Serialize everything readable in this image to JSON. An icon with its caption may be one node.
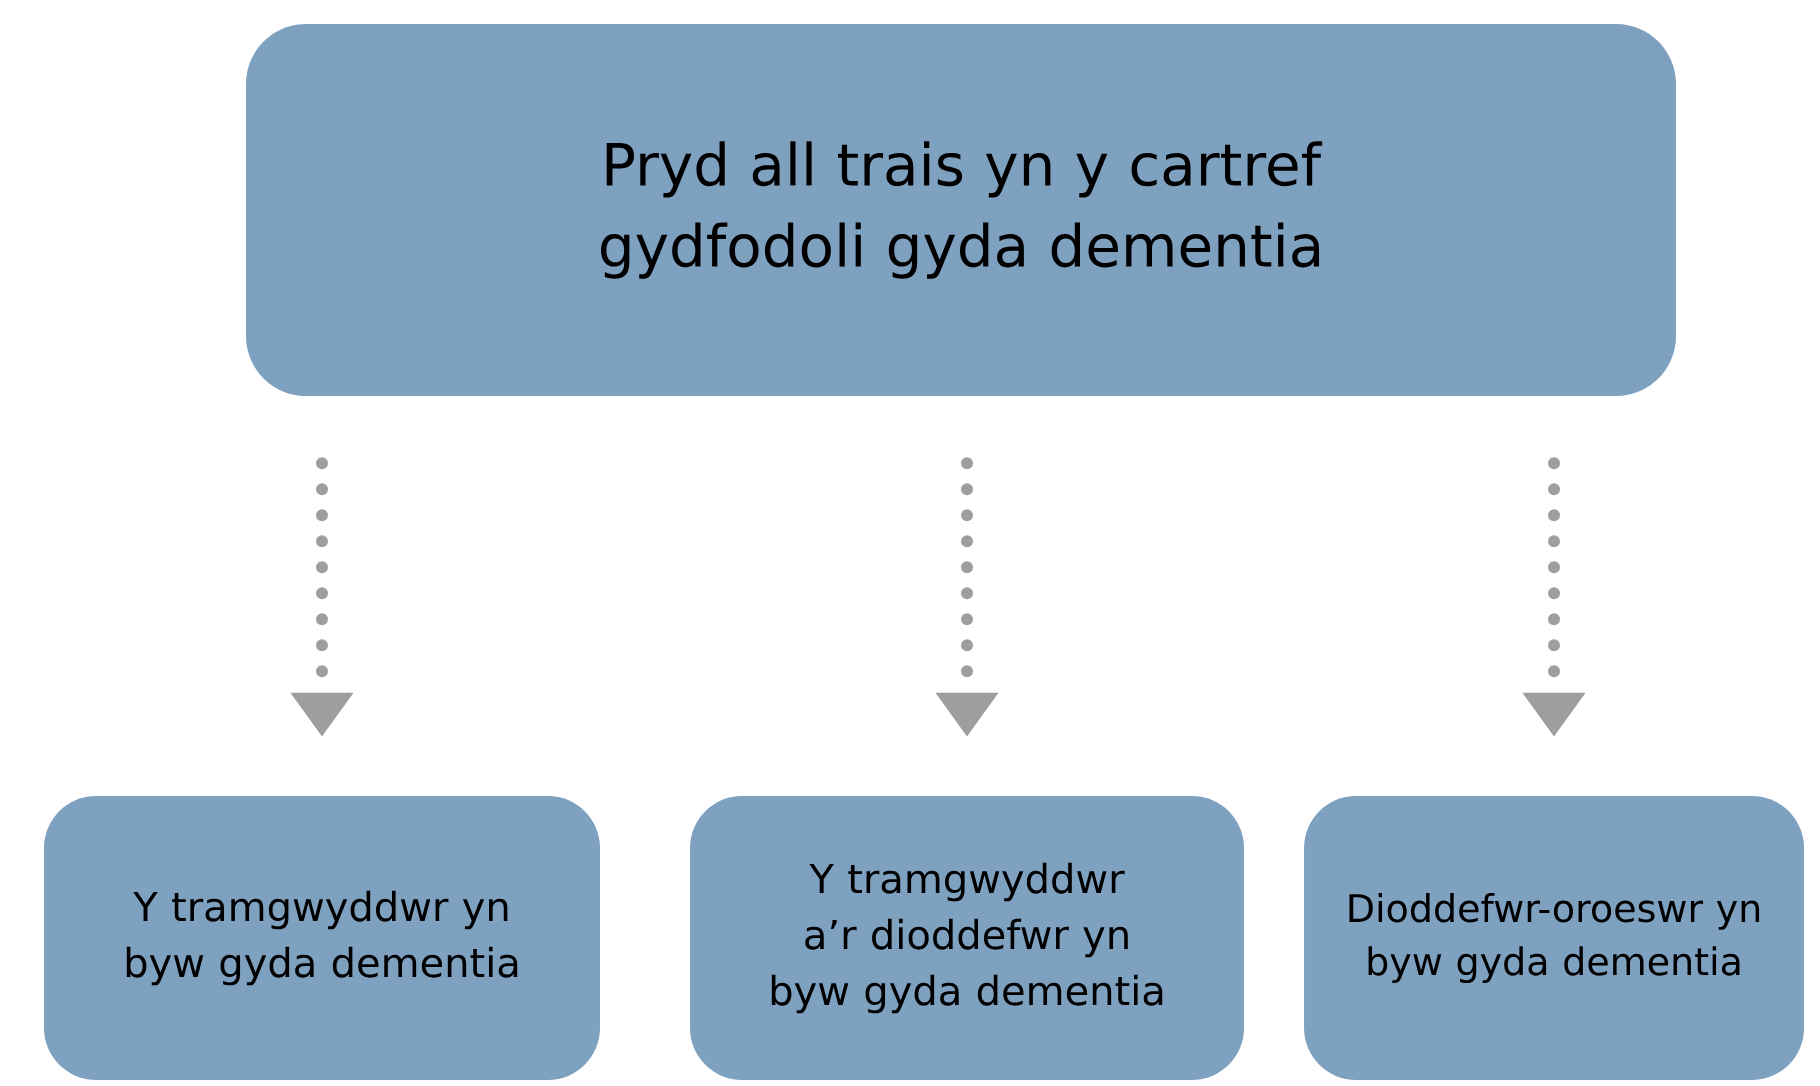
{
  "diagram": {
    "nodes": [
      {
        "text": [
          "Pryd all trais yn y cartref gydfodoli gyda dementia"
        ]
      },
      {
        "text": [
          "Y tramgwyddwr yn byw gyda dementia"
        ]
      },
      {
        "text": [
          "Y tramgwyddwr a’r dioddefwr yn byw gyda dementia"
        ]
      },
      {
        "text": [
          "Dioddefwr-oroeswr yn byw gyda dementia"
        ]
      }
    ],
    "edges": [
      {
        "from": 0,
        "to": 1,
        "arrow": "to"
      },
      {
        "from": 0,
        "to": 2,
        "arrow": "to"
      },
      {
        "from": 0,
        "to": 3,
        "arrow": "to"
      }
    ]
  }
}
